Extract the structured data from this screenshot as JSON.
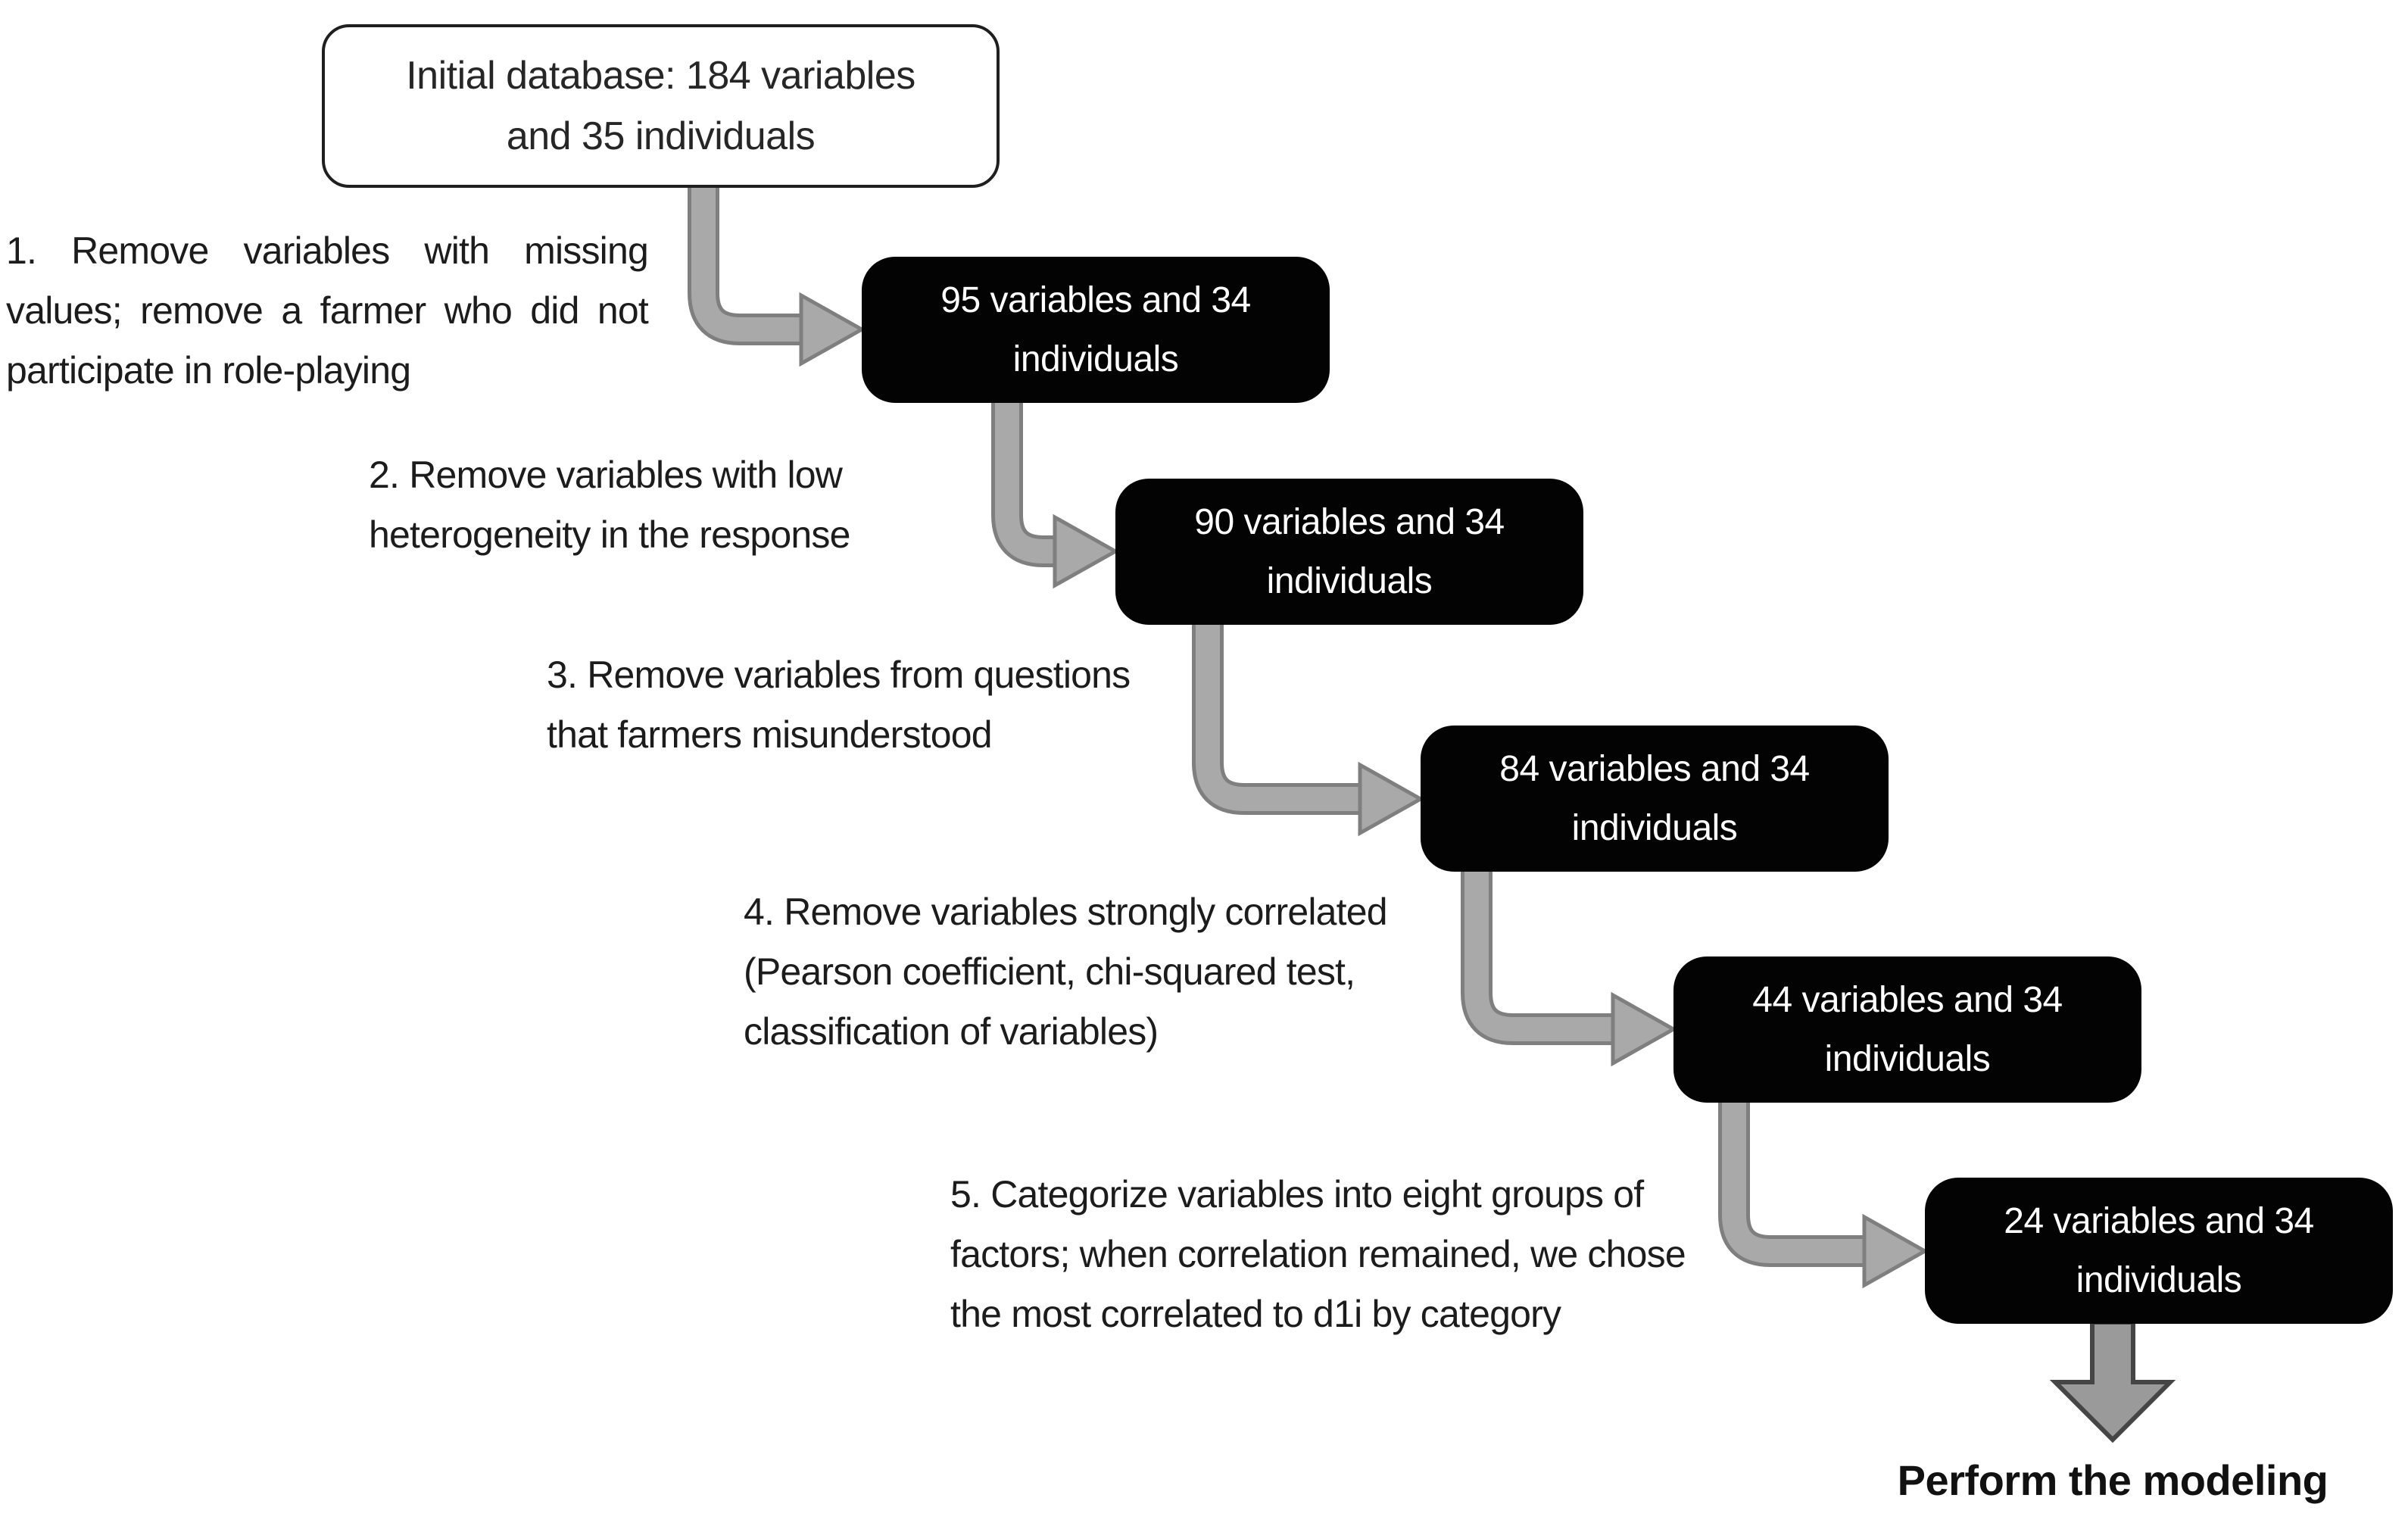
{
  "flow": {
    "initial_box": {
      "lines": [
        "Initial database: 184 variables",
        "and 35 individuals"
      ]
    },
    "steps": [
      {
        "annotation_lines": [
          "1. Remove variables with missing",
          "values; remove a farmer who did not",
          "participate in role-playing"
        ],
        "result_lines": [
          "95 variables and 34",
          "individuals"
        ]
      },
      {
        "annotation_lines": [
          "2. Remove variables with low",
          "heterogeneity in the response"
        ],
        "result_lines": [
          "90 variables and 34",
          "individuals"
        ]
      },
      {
        "annotation_lines": [
          "3. Remove variables from questions",
          "that farmers misunderstood"
        ],
        "result_lines": [
          "84 variables and 34",
          "individuals"
        ]
      },
      {
        "annotation_lines": [
          "4. Remove variables strongly correlated",
          "(Pearson coefficient, chi-squared test,",
          "classification of variables)"
        ],
        "result_lines": [
          "44 variables and 34",
          "individuals"
        ]
      },
      {
        "annotation_lines": [
          "5. Categorize variables into eight groups of",
          "factors; when correlation remained, we chose",
          "the most correlated to d1i by category"
        ],
        "result_lines": [
          "24 variables and 34",
          "individuals"
        ]
      }
    ],
    "final_label": "Perform the modeling",
    "colors": {
      "result_box_bg": "#030303",
      "result_box_text": "#ffffff",
      "initial_box_border": "#1f1f1f",
      "arrow_fill": "#a9a9a9",
      "arrow_outline": "#7f7f7f",
      "final_arrow_fill": "#9a9a9a",
      "final_arrow_outline": "#454545",
      "annotation_text": "#1c1c1c"
    }
  }
}
